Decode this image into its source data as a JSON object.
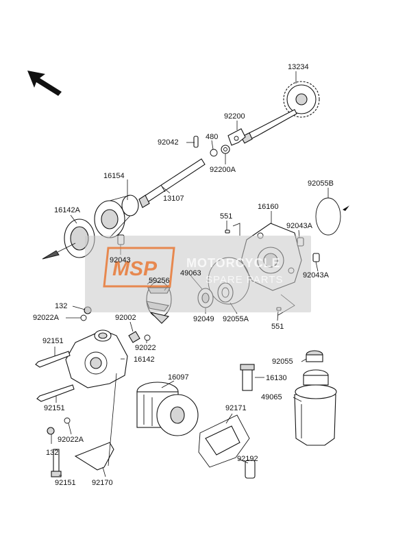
{
  "diagram": {
    "callouts": [
      "13234",
      "92200",
      "92042",
      "480",
      "92200A",
      "16154",
      "13107",
      "16142A",
      "92043",
      "92055B",
      "551",
      "16160",
      "92043A",
      "92043A",
      "59256",
      "49063",
      "132",
      "92022A",
      "92002",
      "92049",
      "92055A",
      "551",
      "92022",
      "92151",
      "16142",
      "16097",
      "92055",
      "16130",
      "92151",
      "92171",
      "49065",
      "92022A",
      "132",
      "92192",
      "92151",
      "92170"
    ]
  },
  "watermark": {
    "logo_text": "MSP",
    "line1": "MOTORCYCLE",
    "line2": "SPARE PARTS",
    "logo_color": "#e8722a"
  },
  "colors": {
    "ink": "#111111",
    "shade": "#d6d6d6"
  }
}
